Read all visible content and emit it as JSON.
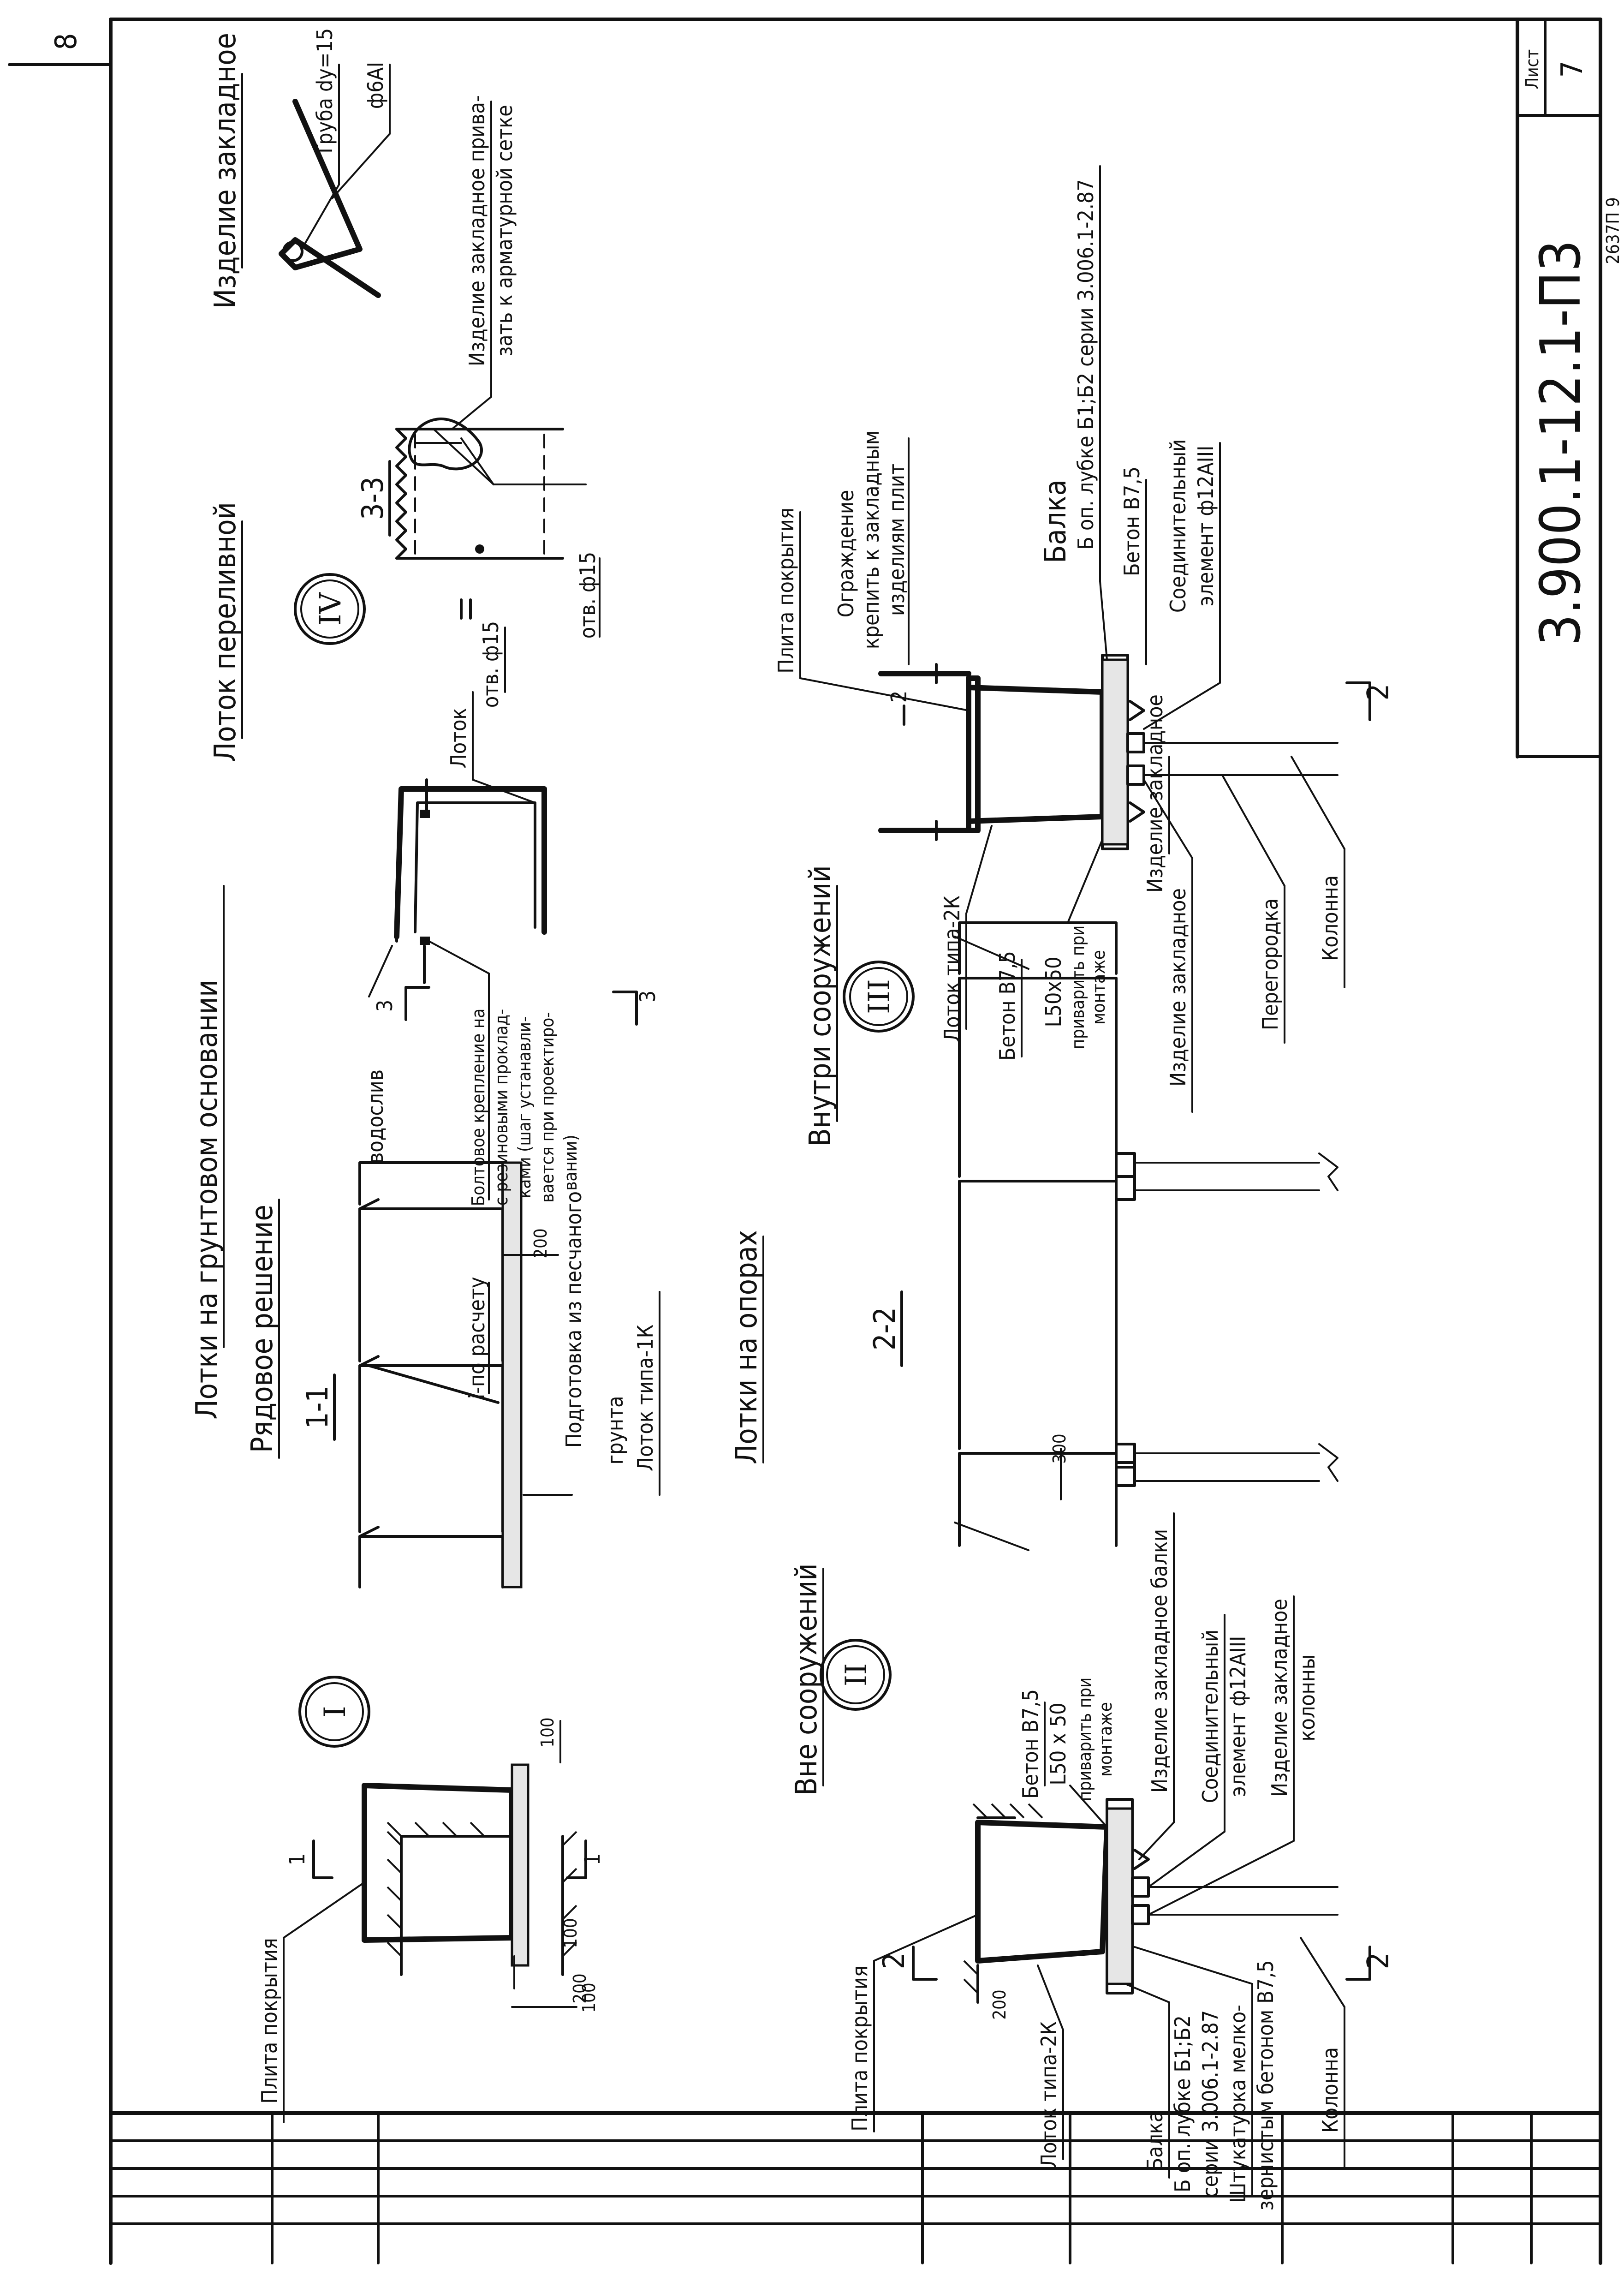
{
  "title_block": {
    "page_corner_number": "8",
    "sheet_label": "Лист",
    "sheet_number": "7",
    "doc_code": "3.900.1-12.1-П3",
    "inv_number": "2637П 9"
  },
  "section_I": {
    "heading": "Лотки на грунтовом основании",
    "subheading": "Рядовое решение",
    "roman": "I",
    "plate_label": "Плита покрытия",
    "cut_label": "1",
    "dim_200": "200",
    "dim_100_top": "100",
    "dim_100_right": "100",
    "dim_100_bottom": "100"
  },
  "section_1_1": {
    "title": "1-1",
    "slope_note": "i-по расчету",
    "base_note_line1": "Подготовка из песчаного",
    "base_note_line2": "грунта",
    "tray_label": "Лоток типа-1К",
    "dim_200": "200"
  },
  "section_IV": {
    "heading": "Лоток переливной",
    "roman": "IV",
    "weir_label": "водослив",
    "bolt_note_line1": "Болтовое крепление на",
    "bolt_note_line2": "с резиновыми проклад-",
    "bolt_note_line3": "ками (шаг устанавли-",
    "bolt_note_line4": "вается при проектиро-",
    "bolt_note_line5": "вании)",
    "tray_label": "Лоток",
    "hole_label": "отв. ф15",
    "cut_label": "3"
  },
  "section_3_3": {
    "title": "3-3",
    "hole_label": "отв. ф15",
    "embed_note_line1": "Изделие закладное прива-",
    "embed_note_line2": "зать к арматурной сетке"
  },
  "embed_item": {
    "heading": "Изделие закладное",
    "pipe_label": "Труба dу=15",
    "rod_label": "ф6АI"
  },
  "section_supports": {
    "heading": "Лотки на опорах",
    "title_2_2": "2-2",
    "dim_300": "300"
  },
  "section_II": {
    "heading": "Вне сооружений",
    "roman": "II",
    "plate_label": "Плита покрытия",
    "tray_label": "Лоток типа-2К",
    "dim_200": "200",
    "concrete": "Бетон В7,5",
    "angle": "L50 x 50",
    "angle_note_line1": "приварить при",
    "angle_note_line2": "монтаже",
    "embed_beam": "Изделие закладное балки",
    "connector_line1": "Соединительный",
    "connector_line2": "элемент ф12АIII",
    "embed_column_line1": "Изделие закладное",
    "embed_column_line2": "колонны",
    "beam_line1": "Балка",
    "beam_line2": "Б оп. лубке Б1;Б2",
    "beam_line3": "серии 3.006.1-2.87",
    "plaster_line1": "Штукатурка мелко-",
    "plaster_line2": "зернистым бетоном В7,5",
    "column_label": "Колонна",
    "cut_label": "2"
  },
  "section_III": {
    "heading": "Внутри сооружений",
    "roman": "III",
    "plate_label": "Плита покрытия",
    "fence_line1": "Ограждение",
    "fence_line2": "крепить к закладным",
    "fence_line3": "изделиям плит",
    "tray_label": "Лоток типа-2К",
    "concrete": "Бетон В7,5",
    "angle": "L50x50",
    "angle_note_line1": "приварить при",
    "angle_note_line2": "монтаже",
    "embed": "Изделие закладное",
    "embed2": "Изделие закладное",
    "beam_line1": "Балка",
    "beam_line2": "Б оп. лубке Б1;Б2 серии 3.006.1-2.87",
    "concrete2": "Бетон В7,5",
    "connector_line1": "Соединительный",
    "connector_line2": "элемент ф12АIII",
    "partition": "Перегородка",
    "column_label": "Колонна",
    "cut_label": "2"
  }
}
